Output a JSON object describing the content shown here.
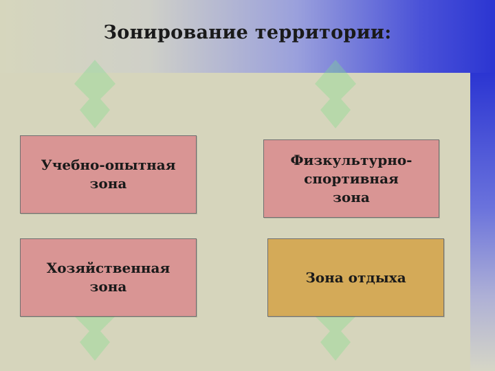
{
  "slide": {
    "title": "Зонирование территории:"
  },
  "zones": [
    {
      "lines": [
        "Учебно-опытная",
        "зона"
      ],
      "color": "#d99594"
    },
    {
      "lines": [
        "Физкультурно-",
        "спортивная",
        "зона"
      ],
      "color": "#d99594"
    },
    {
      "lines": [
        "Хозяйственная",
        "зона"
      ],
      "color": "#d99594"
    },
    {
      "lines": [
        "Зона отдыха"
      ],
      "color": "#d4aa58"
    }
  ],
  "colors": {
    "background": "#d6d5bc",
    "accent_blue": "#2b35d2",
    "watermark": "#7fe08a"
  }
}
